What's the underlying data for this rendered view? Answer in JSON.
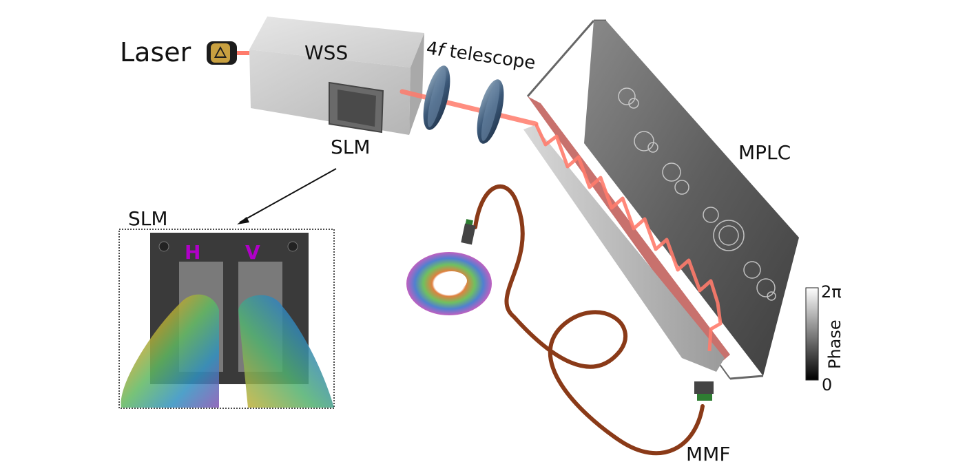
{
  "labels": {
    "laser": "Laser",
    "wss": "WSS",
    "telescope_prefix": "4",
    "telescope_f": "f",
    "telescope_suffix": " telescope",
    "slm": "SLM",
    "slm_inset": "SLM",
    "mplc": "MPLC",
    "mmf": "MMF",
    "polarization_h": "H",
    "polarization_v": "V"
  },
  "colorbar": {
    "title": "Phase",
    "max_label": "2π",
    "min_label": "0"
  },
  "colors": {
    "beam": "#ff7b6b",
    "fiber": "#8a3a18",
    "fiber_connector": "#2e7d32",
    "pol_label": "#b000c8",
    "wss_box": "#cfcfcf",
    "mplc_plate": "#5a5a5a"
  },
  "icons": [
    "laser-icon",
    "slm-chip-icon",
    "lens-icon",
    "fiber-connector-icon",
    "phase-donut-icon"
  ]
}
